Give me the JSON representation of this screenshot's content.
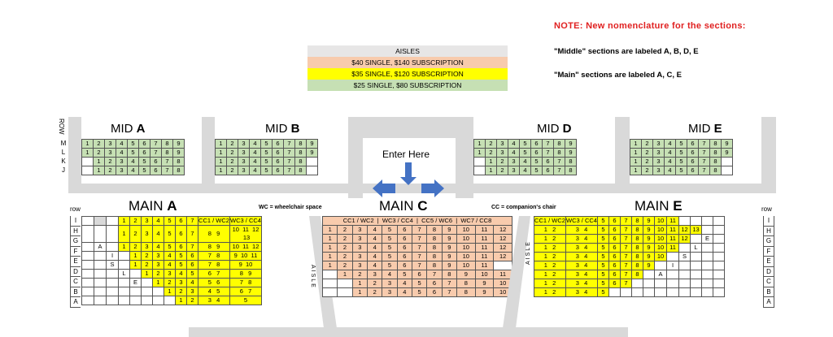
{
  "note": {
    "title": "NOTE: New nomenclature for the sections:",
    "line1": "\"Middle\" sections are labeled A, B,  D, E",
    "line2": "\"Main\" sections are labeled A, C, E"
  },
  "legend": [
    {
      "label": "AISLES",
      "color": "#d9d9d9"
    },
    {
      "label": "$40 SINGLE, $140 SUBSCRIPTION",
      "color": "#f8cbad"
    },
    {
      "label": "$35 SINGLE, $120 SUBSCRIPTION",
      "color": "#ffff00"
    },
    {
      "label": "$25 SINGLE, $80 SUBSCRIPTION",
      "color": "#c6e0b4"
    }
  ],
  "mid": {
    "row_header": "ROW",
    "a_prefix": "MID ",
    "a_letter": "A",
    "b_prefix": "MID ",
    "b_letter": "B",
    "d_prefix": "MID ",
    "d_letter": "D",
    "e_prefix": "MID ",
    "e_letter": "E",
    "rows": [
      "M",
      "L",
      "K",
      "J"
    ],
    "enter": "Enter Here"
  },
  "main": {
    "a_prefix": "MAIN ",
    "a_letter": "A",
    "c_prefix": "MAIN ",
    "c_letter": "C",
    "e_prefix": "MAIN ",
    "e_letter": "E",
    "wc_note": "WC = wheelchair space",
    "cc_note": "CC = companion's chair",
    "row_left": "row",
    "row_right": "row",
    "rows": [
      "I",
      "H",
      "G",
      "F",
      "E",
      "D",
      "C",
      "B",
      "A"
    ],
    "aisle": "AISLE"
  }
}
